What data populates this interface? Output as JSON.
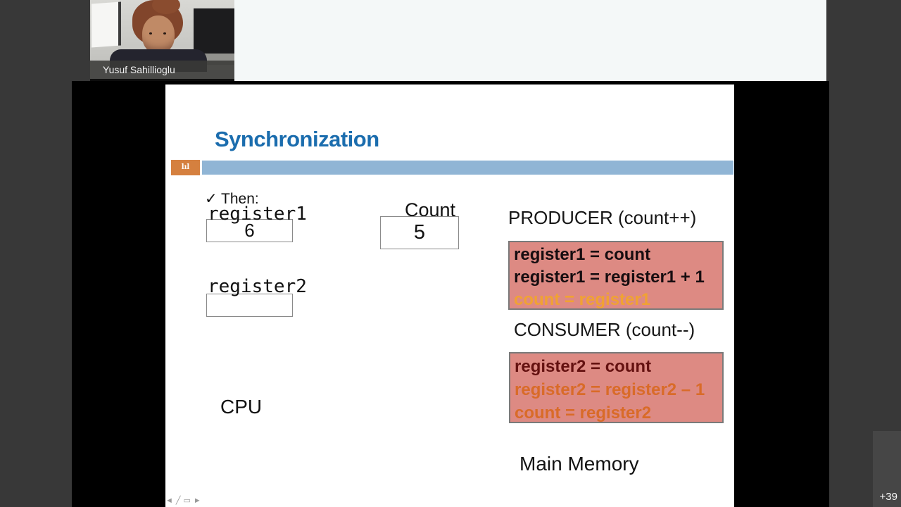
{
  "meeting": {
    "participant_name": "Yusuf Sahillioglu",
    "more_participants": "+39"
  },
  "slide": {
    "title": "Synchronization",
    "logo_glyph": "lıl",
    "then_label": "✓ Then:",
    "register1_label": "register1",
    "register1_value": "6",
    "register2_label": "register2",
    "register2_value": "",
    "count_label": "Count",
    "count_value": "5",
    "producer": {
      "heading": "PRODUCER (count++)",
      "lines": [
        "register1 = count",
        "register1 = register1 + 1",
        "count = register1"
      ]
    },
    "consumer": {
      "heading": "CONSUMER (count--)",
      "lines": [
        "register2 = count",
        "register2 = register2 – 1",
        "count = register2"
      ]
    },
    "cpu_label": "CPU",
    "main_memory_label": "Main Memory"
  },
  "toolbar": {
    "prev_glyph": "◄",
    "pen_glyph": "╱",
    "screen_glyph": "▭",
    "next_glyph": "►"
  },
  "colors": {
    "title_blue": "#1b6dae",
    "band_blue": "#90b5d5",
    "logo_orange": "#d5803f",
    "code_box_salmon": "#dd8a83",
    "producer_pending_orange": "#f0a233",
    "consumer_done_maroon": "#641110",
    "consumer_active_orange": "#d96b28",
    "app_background_gray": "#383838",
    "top_band_white": "#f4f8f8"
  }
}
